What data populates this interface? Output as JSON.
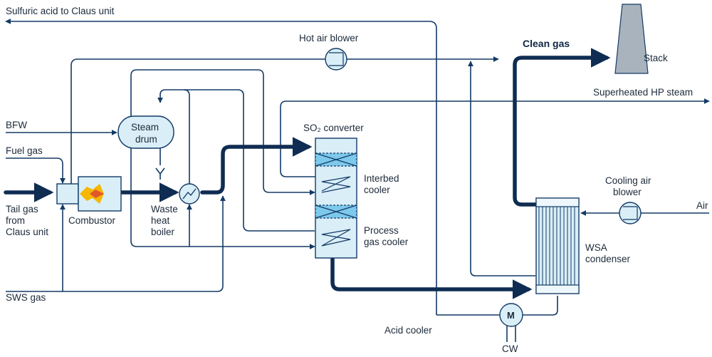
{
  "labels": {
    "sulfuric_acid": "Sulfuric acid to Claus unit",
    "hot_air_blower": "Hot air blower",
    "clean_gas": "Clean gas",
    "stack": "Stack",
    "superheated_steam": "Superheated HP steam",
    "bfw": "BFW",
    "steam_drum_1": "Steam",
    "steam_drum_2": "drum",
    "so2_converter": "SO₂ converter",
    "fuel_gas": "Fuel gas",
    "interbed_cooler_1": "Interbed",
    "interbed_cooler_2": "cooler",
    "cooling_air_blower_1": "Cooling air",
    "cooling_air_blower_2": "blower",
    "air": "Air",
    "tail_gas_1": "Tail gas",
    "tail_gas_2": "from",
    "tail_gas_3": "Claus unit",
    "combustor": "Combustor",
    "waste_heat_boiler_1": "Waste",
    "waste_heat_boiler_2": "heat",
    "waste_heat_boiler_3": "boiler",
    "process_gas_cooler_1": "Process",
    "process_gas_cooler_2": "gas cooler",
    "wsa_condenser_1": "WSA",
    "wsa_condenser_2": "condenser",
    "sws_gas": "SWS gas",
    "acid_cooler": "Acid cooler",
    "cw": "CW",
    "acid_cooler_symbol": "M"
  },
  "colors": {
    "line": "#133a66",
    "equipment_fill": "#d9eef7",
    "catalyst_bed": "#7cc9ec",
    "stack": "#a9b3bd",
    "flame_outer": "#f5b800",
    "flame_inner": "#e2572a"
  }
}
